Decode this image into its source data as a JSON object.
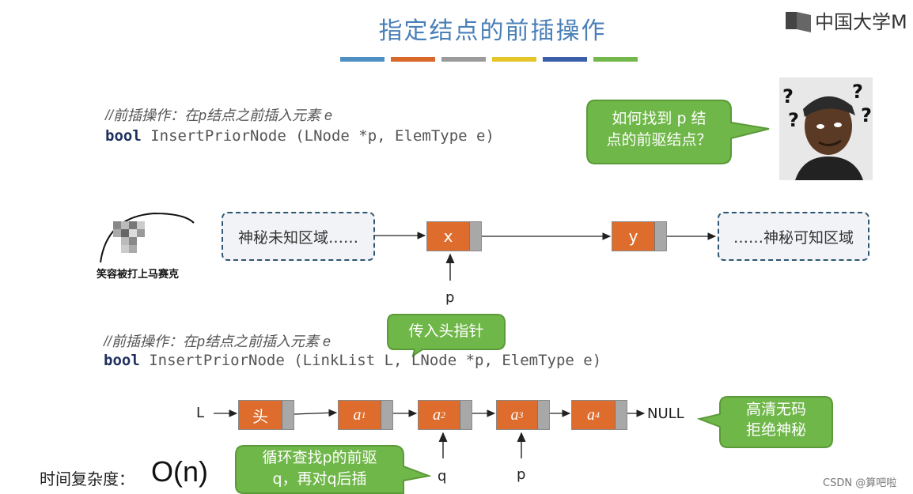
{
  "header": {
    "title": "指定结点的前插操作",
    "bar_colors": [
      "#4e8fc4",
      "#d9682a",
      "#9b9b9b",
      "#e6c52b",
      "#3a5ea8",
      "#74b84c"
    ],
    "logo_text": "中国大学M"
  },
  "code1": {
    "comment": "//前插操作：在p结点之前插入元素 e",
    "keyword": "bool",
    "signature": " InsertPriorNode (LNode *p, ElemType e)"
  },
  "bubble_top": {
    "line1": "如何找到 p 结",
    "line2": "点的前驱结点？"
  },
  "question_marks": [
    "?",
    "?",
    "?",
    "?"
  ],
  "meme": {
    "caption": "笑容被打上马赛克"
  },
  "diagram1": {
    "left_region": "神秘未知区域……",
    "right_region": "……神秘可知区域",
    "node_x": "x",
    "node_y": "y",
    "pointer_label": "p"
  },
  "bubble_head": {
    "text": "传入头指针"
  },
  "code2": {
    "comment": "//前插操作：在p结点之前插入元素 e",
    "keyword": "bool",
    "signature": " InsertPriorNode (LinkList L, LNode *p, ElemType e)"
  },
  "diagram2": {
    "head_label": "L",
    "head_node": "头",
    "nodes": [
      {
        "base": "a",
        "sub": "1"
      },
      {
        "base": "a",
        "sub": "2"
      },
      {
        "base": "a",
        "sub": "3"
      },
      {
        "base": "a",
        "sub": "4"
      }
    ],
    "null_label": "NULL",
    "q_label": "q",
    "p_label": "p"
  },
  "bubble_hd": {
    "line1": "高清无码",
    "line2": "拒绝神秘"
  },
  "bubble_loop": {
    "line1": "循环查找p的前驱",
    "line2": "q，再对q后插"
  },
  "complexity": {
    "label": "时间复杂度：",
    "value": "O(n)"
  },
  "watermark": "CSDN @算吧啦"
}
